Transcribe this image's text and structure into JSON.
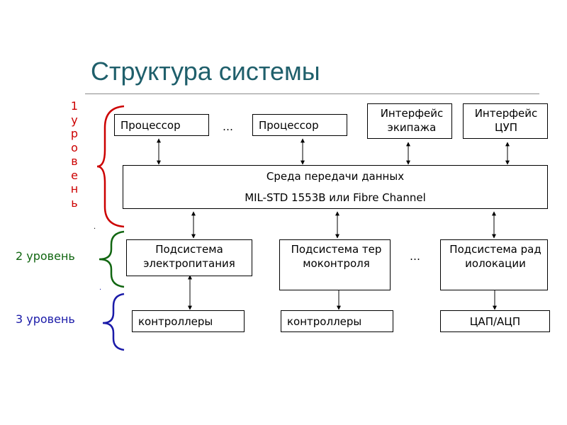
{
  "title": "Структура системы",
  "levels": {
    "level1": "1 уровень",
    "level2": "2 уровень",
    "level3": "3 уровень"
  },
  "row1": {
    "processor1": "Процессор",
    "ellipsis": "…",
    "processor2": "Процессор",
    "crew_interface": "Интерфейс экипажа",
    "mcc_interface": "Интерфейс ЦУП"
  },
  "bus": {
    "line1": "Среда передачи данных",
    "line2": "MIL-STD 1553B или Fibre Channel"
  },
  "row2": {
    "power": "Подсистема электропитания",
    "thermal": "Подсистема термоконтроля",
    "ellipsis": "…",
    "radar": "Подсистема радиолокации"
  },
  "row3": {
    "controllers1": "контроллеры",
    "controllers2": "контроллеры",
    "dac_adc": "ЦАП/АЦП"
  },
  "colors": {
    "title": "#1f5f6b",
    "level1": "#cc0000",
    "level2": "#116611",
    "level3": "#1a1aa8"
  }
}
